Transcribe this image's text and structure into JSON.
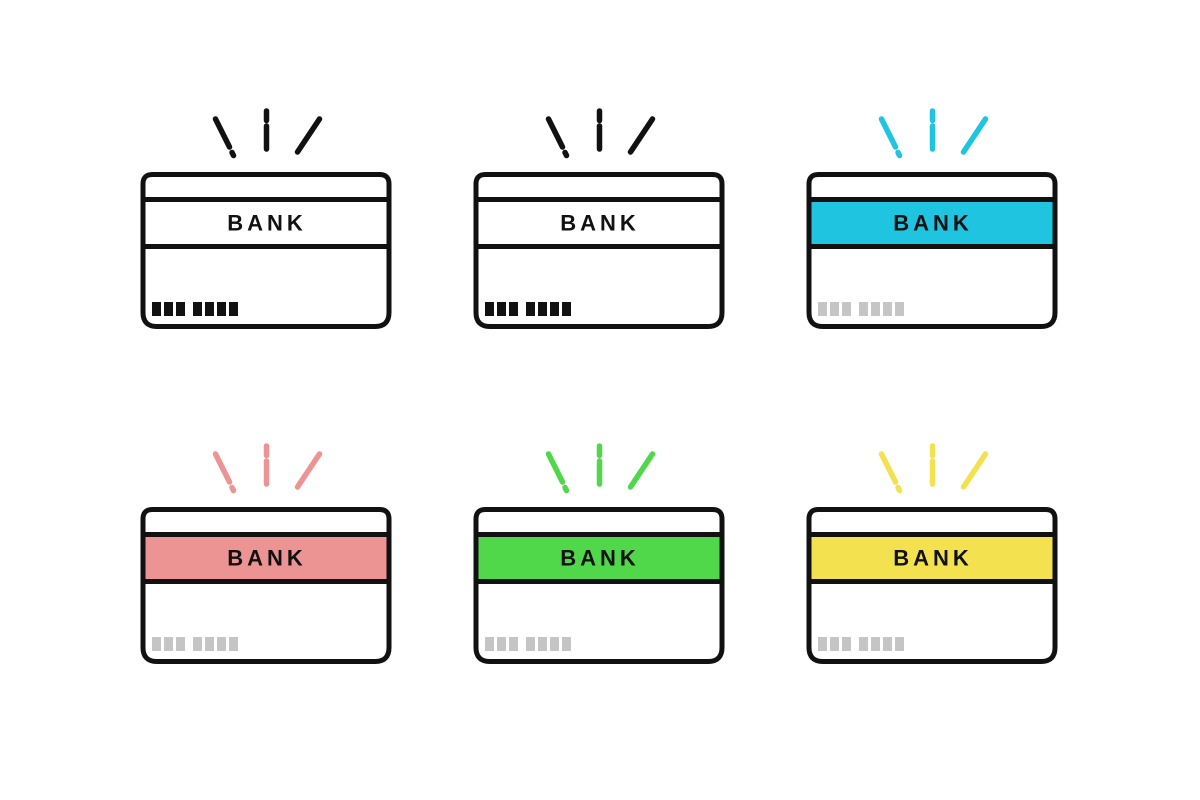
{
  "page": {
    "background_color": "#ffffff"
  },
  "cards": [
    {
      "id": "black-1",
      "label": "BANK",
      "outline_color": "#111111",
      "stripe_color": "#ffffff",
      "ray_color": "#111111",
      "dash_color": "#111111"
    },
    {
      "id": "black-2",
      "label": "BANK",
      "outline_color": "#111111",
      "stripe_color": "#ffffff",
      "ray_color": "#111111",
      "dash_color": "#111111"
    },
    {
      "id": "cyan",
      "label": "BANK",
      "outline_color": "#111111",
      "stripe_color": "#1EC4E0",
      "ray_color": "#1EC4E0",
      "dash_color": "#C5C5C5"
    },
    {
      "id": "pink",
      "label": "BANK",
      "outline_color": "#111111",
      "stripe_color": "#EC9494",
      "ray_color": "#EC9494",
      "dash_color": "#C5C5C5"
    },
    {
      "id": "green",
      "label": "BANK",
      "outline_color": "#111111",
      "stripe_color": "#50D84A",
      "ray_color": "#50D84A",
      "dash_color": "#C5C5C5"
    },
    {
      "id": "yellow",
      "label": "BANK",
      "outline_color": "#111111",
      "stripe_color": "#F4E14F",
      "ray_color": "#F4E14F",
      "dash_color": "#C5C5C5"
    }
  ]
}
